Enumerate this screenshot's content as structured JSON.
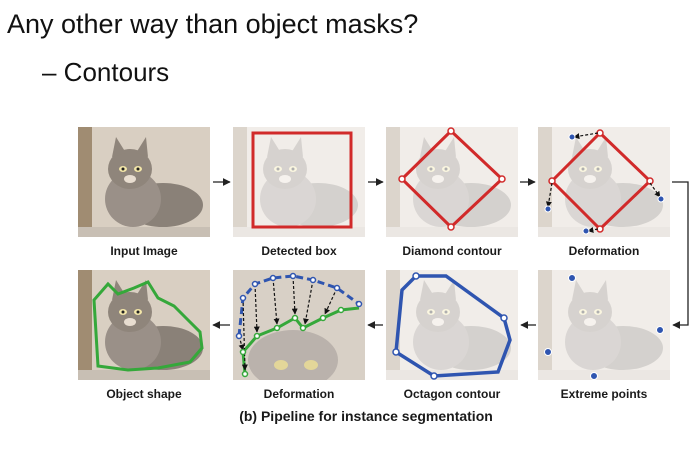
{
  "slide": {
    "title": "Any other way than object masks?",
    "bullet": "– Contours"
  },
  "figure": {
    "panels": [
      {
        "label": "Input Image"
      },
      {
        "label": "Detected box"
      },
      {
        "label": "Diamond contour"
      },
      {
        "label": "Deformation"
      },
      {
        "label": "Object shape"
      },
      {
        "label": "Deformation"
      },
      {
        "label": "Octagon contour"
      },
      {
        "label": "Extreme points"
      }
    ],
    "caption": "(b) Pipeline for instance segmentation"
  },
  "colors": {
    "red": "#d12a2a",
    "blue": "#2f55b0",
    "green": "#35a83a",
    "background_panel": "#e9e3db"
  }
}
